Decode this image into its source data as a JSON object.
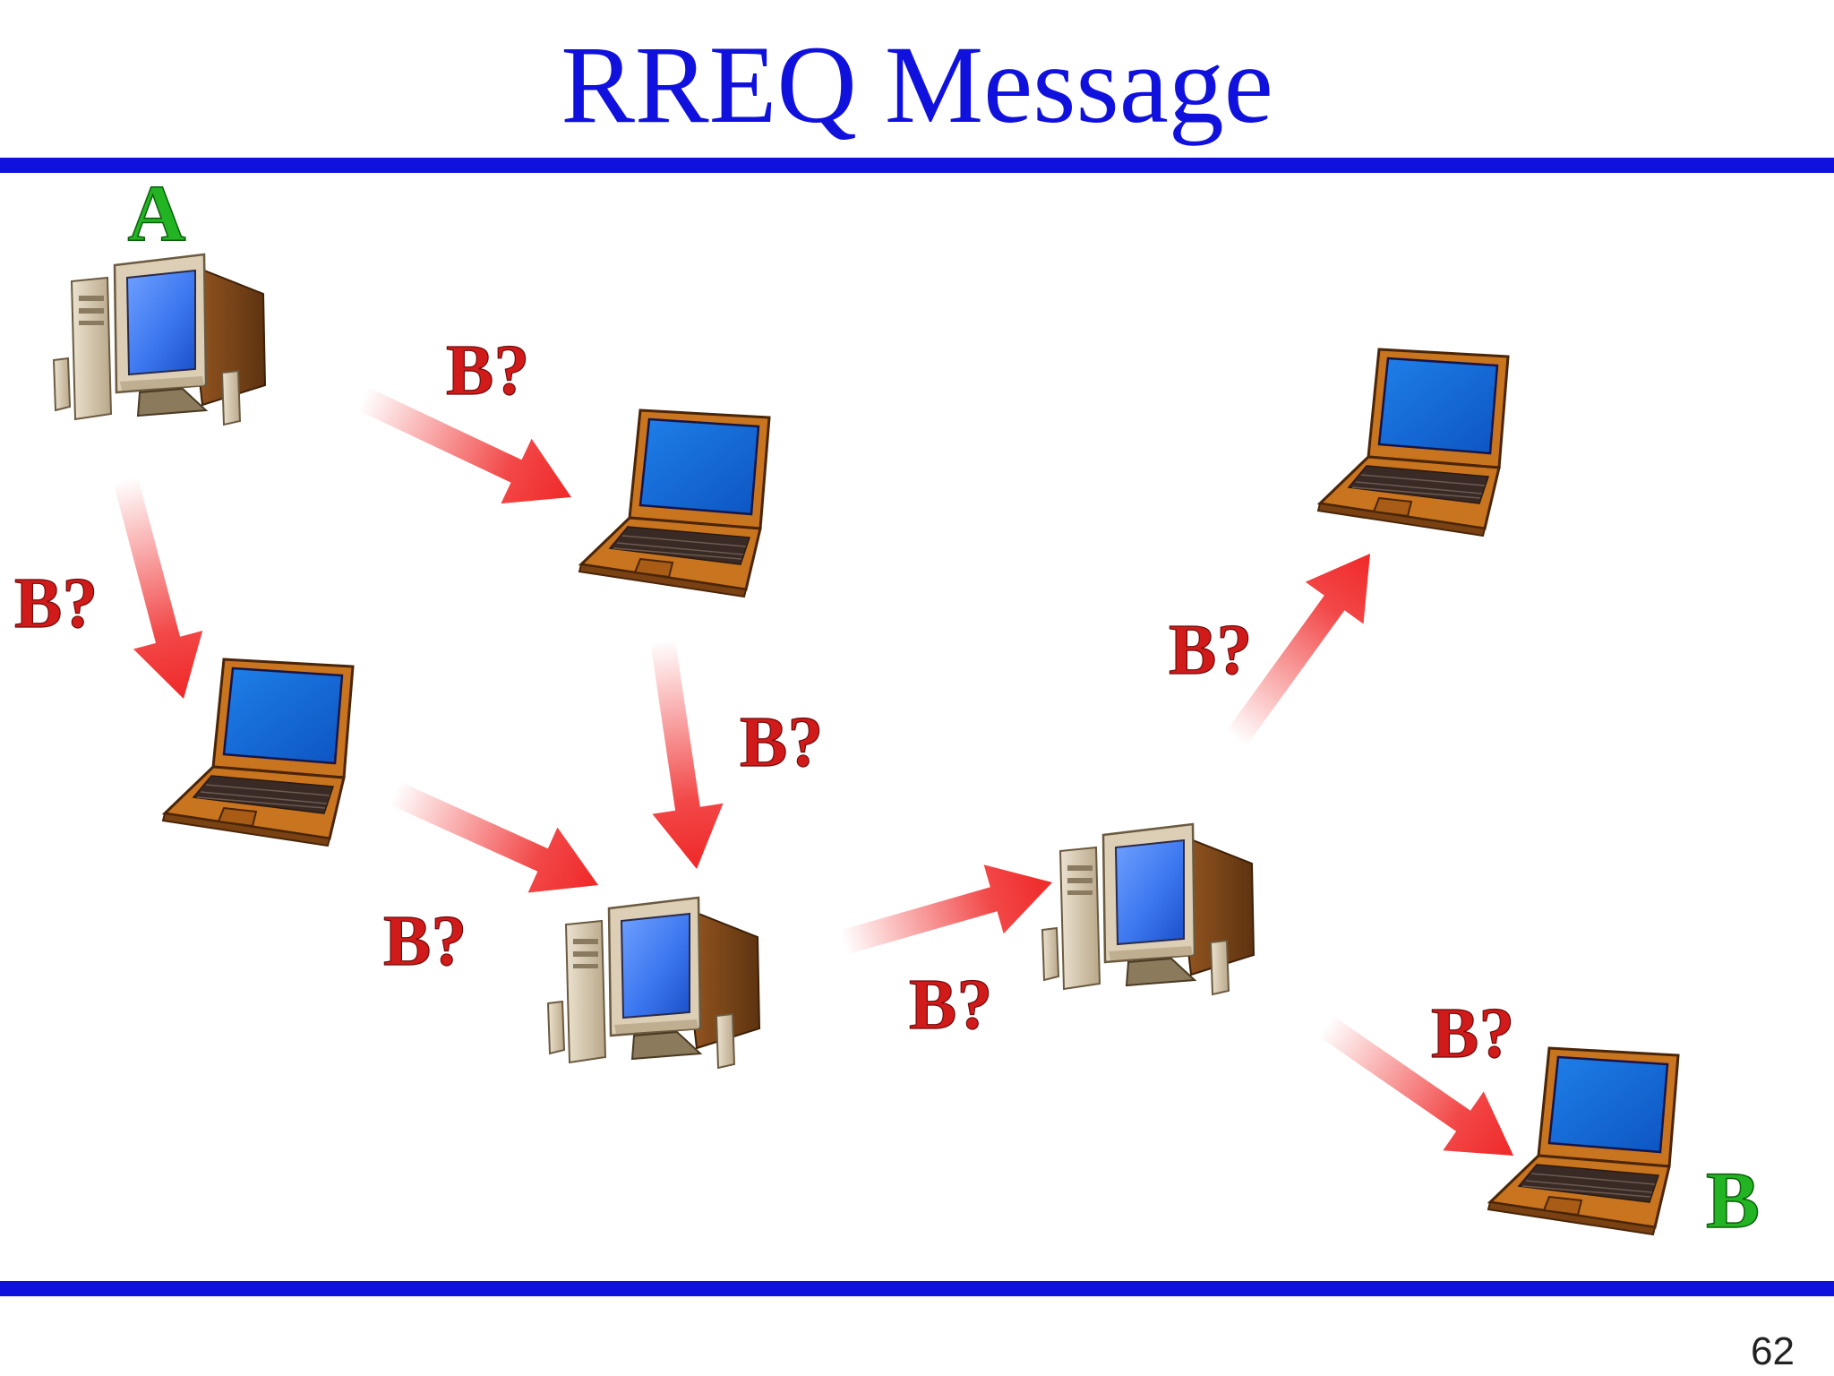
{
  "slide": {
    "title": "RREQ Message",
    "page_number": "62"
  },
  "colors": {
    "title_blue": "#1111dd",
    "rule_blue": "#1111dd",
    "arrow_red": "#f02828",
    "query_label_red": "#d11a1a",
    "node_label_green": "#22b422",
    "screen_blue": "#1a66dd",
    "laptop_orange": "#c9741e",
    "desktop_beige": "#d8c9ae"
  },
  "diagram": {
    "source_label": "A",
    "destination_label": "B",
    "query_text": "B?",
    "nodes": [
      {
        "id": "A",
        "kind": "desktop",
        "label": "A"
      },
      {
        "id": "n1",
        "kind": "laptop"
      },
      {
        "id": "n2",
        "kind": "laptop"
      },
      {
        "id": "n3",
        "kind": "desktop"
      },
      {
        "id": "n4",
        "kind": "desktop"
      },
      {
        "id": "n5",
        "kind": "laptop"
      },
      {
        "id": "B",
        "kind": "laptop",
        "label": "B"
      }
    ],
    "messages": [
      {
        "from": "A",
        "to": "n1",
        "label": "B?"
      },
      {
        "from": "A",
        "to": "n2",
        "label": "B?"
      },
      {
        "from": "n1",
        "to": "n3",
        "label": "B?"
      },
      {
        "from": "n2",
        "to": "n3",
        "label": "B?"
      },
      {
        "from": "n3",
        "to": "n4",
        "label": "B?"
      },
      {
        "from": "n4",
        "to": "n5",
        "label": "B?"
      },
      {
        "from": "n4",
        "to": "B",
        "label": "B?"
      }
    ]
  }
}
